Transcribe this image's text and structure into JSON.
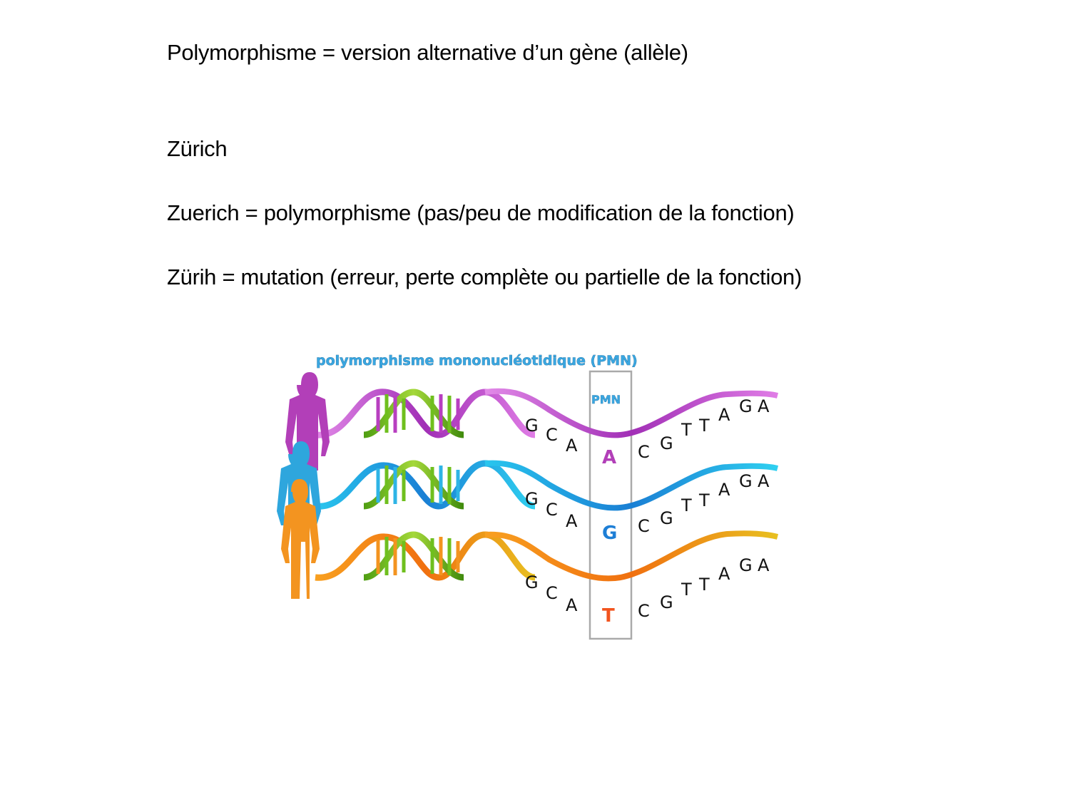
{
  "text": {
    "line1": "Polymorphisme = version alternative d’un gène (allèle)",
    "line2": "Zürich",
    "line3": "Zuerich = polymorphisme (pas/peu de modification de la fonction)",
    "line4": "Zürih = mutation (erreur, perte complète ou partielle de la fonction)"
  },
  "figure": {
    "title": "polymorphisme mononucléotidique (PMN)",
    "box_label": "PMN",
    "left_sequence": [
      "G",
      "C",
      "A"
    ],
    "right_sequence": [
      "C",
      "G",
      "T",
      "T",
      "A",
      "G",
      "A"
    ],
    "rows": [
      {
        "person_color": "#b23fb8",
        "strand_color": "#b83fc0",
        "strand_dark": "#6a1a8a",
        "snp": "A",
        "snp_color": "#b23fb8"
      },
      {
        "person_color": "#2ea6dd",
        "strand_color": "#2eb4e6",
        "strand_dark": "#1466c2",
        "snp": "G",
        "snp_color": "#1e7fd6"
      },
      {
        "person_color": "#f39420",
        "strand_color": "#f39420",
        "strand_dark": "#f06a10",
        "snp": "T",
        "snp_color": "#f2541e"
      }
    ],
    "helix_green": "#6fbf1e"
  }
}
